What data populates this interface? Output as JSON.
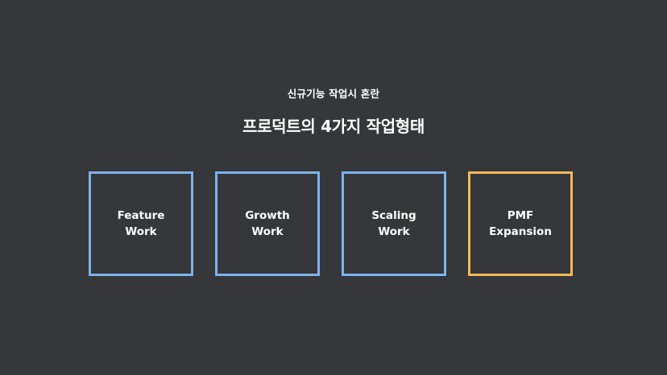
{
  "subtitle": "신규기능 작업시 혼란",
  "title": "프로덕트의 4가지 작업형태",
  "boxes": [
    {
      "label": "Feature\nWork",
      "color": "#7fb2ec"
    },
    {
      "label": "Growth\nWork",
      "color": "#7fb2ec"
    },
    {
      "label": "Scaling\nWork",
      "color": "#7fb2ec"
    },
    {
      "label": "PMF\nExpansion",
      "color": "#f2ba5a"
    }
  ]
}
